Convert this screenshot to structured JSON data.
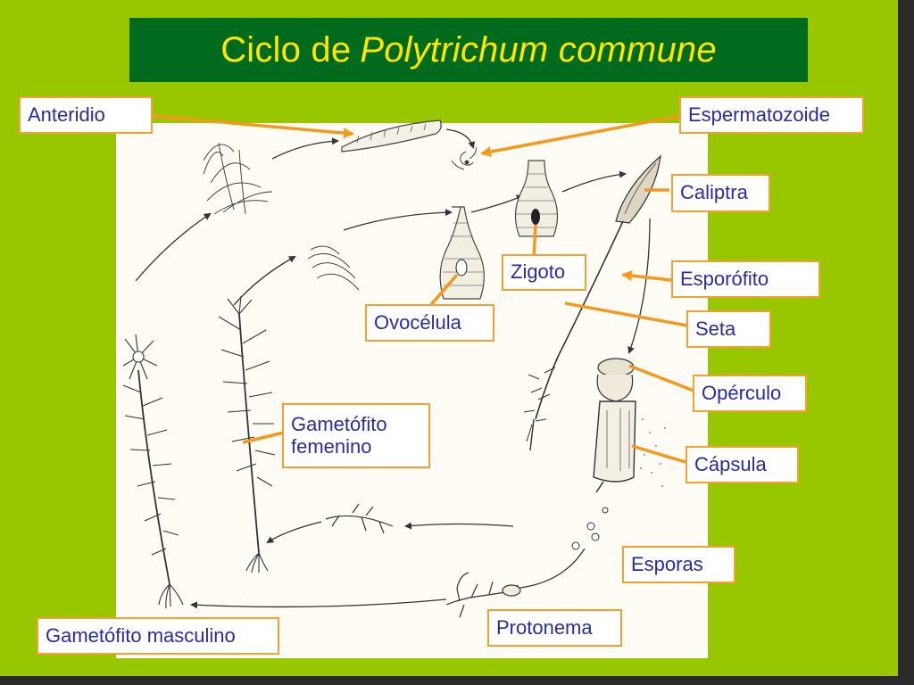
{
  "title": {
    "prefix": "Ciclo de",
    "species": "Polytrichum commune"
  },
  "labels": {
    "anteridio": "Anteridio",
    "espermatozoide": "Espermatozoide",
    "caliptra": "Caliptra",
    "zigoto": "Zigoto",
    "esporofito": "Esporófito",
    "ovocelula": "Ovocélula",
    "seta": "Seta",
    "operculo": "Opérculo",
    "gametofito_femenino_1": "Gametófito",
    "gametofito_femenino_2": "femenino",
    "capsula": "Cápsula",
    "esporas": "Esporas",
    "protonema": "Protonema",
    "gametofito_masculino": "Gametófito masculino"
  },
  "colors": {
    "background": "#98c700",
    "title_bar": "#006b1c",
    "title_text": "#ffe600",
    "panel": "#fffcf5",
    "label_border": "#f5a033",
    "label_text": "#2b2b9e",
    "pointer": "#f39a1e"
  }
}
